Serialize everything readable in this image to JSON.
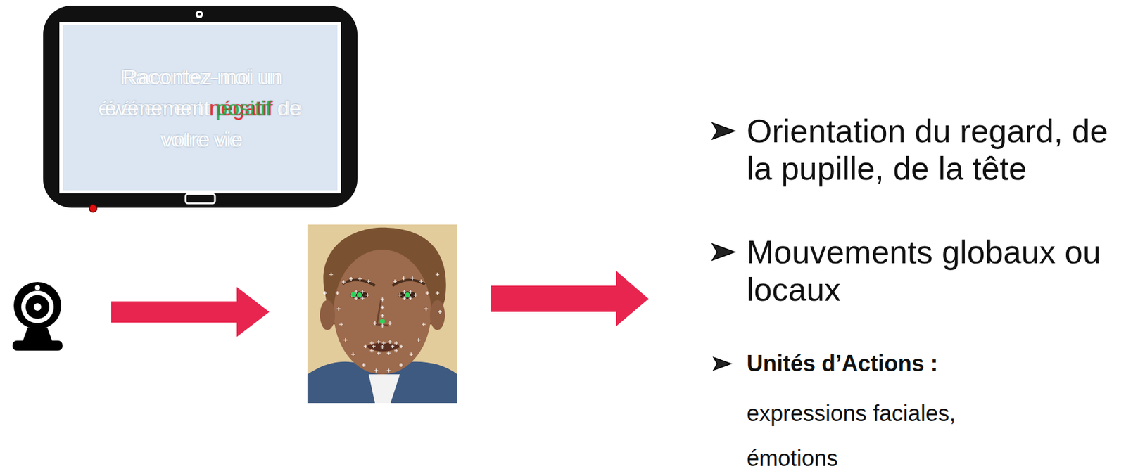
{
  "diagram": {
    "nodes": [
      {
        "text": [
          "Racontez-moi un événement négatif de votre vie",
          "Racontez-moi un événement positif de votre vie"
        ]
      }
    ],
    "labels": [
      "Orientation du regard, de la pupille, de la tête",
      "Mouvements globaux ou locaux",
      "Unités d’Actions :",
      "expressions faciales,",
      "émotions"
    ]
  }
}
